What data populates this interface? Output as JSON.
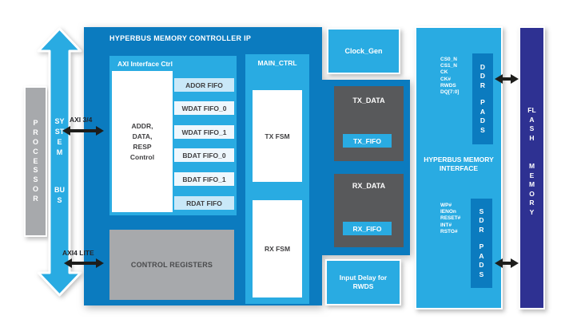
{
  "palette": {
    "dark_blue": "#0b7bbf",
    "light_blue": "#29abe2",
    "pale_blue": "#c9e8f8",
    "fifo_white": "#eef7fd",
    "gray": "#a7a9ac",
    "dark_gray": "#58595b",
    "indigo": "#2e3192",
    "arrow_black": "#1d1d1b"
  },
  "processor": {
    "label": "PROCESSOR"
  },
  "system_bus": {
    "word1": "SYSTEM",
    "word2": "BUS"
  },
  "links": {
    "axi34": "AXI 3/4",
    "axi4lite": "AXI4 LITE"
  },
  "controller": {
    "title": "HYPERBUS MEMORY CONTROLLER IP",
    "axi_ctrl": {
      "title": "AXI Interface Ctrl",
      "block": "ADDR,\nDATA,\nRESP\nControl",
      "fifos": [
        "ADOR FIFO",
        "WDAT FIFO_0",
        "WDAT FIFO_1",
        "BDAT FIFO_0",
        "BDAT FIFO_1",
        "RDAT FIFO"
      ]
    },
    "control_registers": "CONTROL REGISTERS",
    "main_ctrl": {
      "title": "MAIN_CTRL",
      "tx_fsm": "TX FSM",
      "rx_fsm": "RX FSM"
    },
    "tx_data": {
      "title": "TX_DATA",
      "fifo": "TX_FIFO"
    },
    "rx_data": {
      "title": "RX_DATA",
      "fifo": "RX_FIFO"
    }
  },
  "clock_gen": {
    "title": "Clock_Gen"
  },
  "input_delay": {
    "title": "Input Delay for\nRWDS"
  },
  "hyperbus_if": {
    "title": "HYPERBUS MEMORY\nINTERFACE",
    "ddr_pads": {
      "word1": "DDR",
      "word2": "PADS",
      "signals": [
        "CS0_N",
        "CS1_N",
        "CK",
        "CK#",
        "RWDS",
        "DQ[7:0]"
      ]
    },
    "sdr_pads": {
      "word1": "SDR",
      "word2": "PADS",
      "signals": [
        "WP#",
        "IENOn",
        "RESET#",
        "INT#",
        "RSTO#"
      ]
    }
  },
  "flash": {
    "word1": "FLASH",
    "word2": "MEMORY"
  }
}
